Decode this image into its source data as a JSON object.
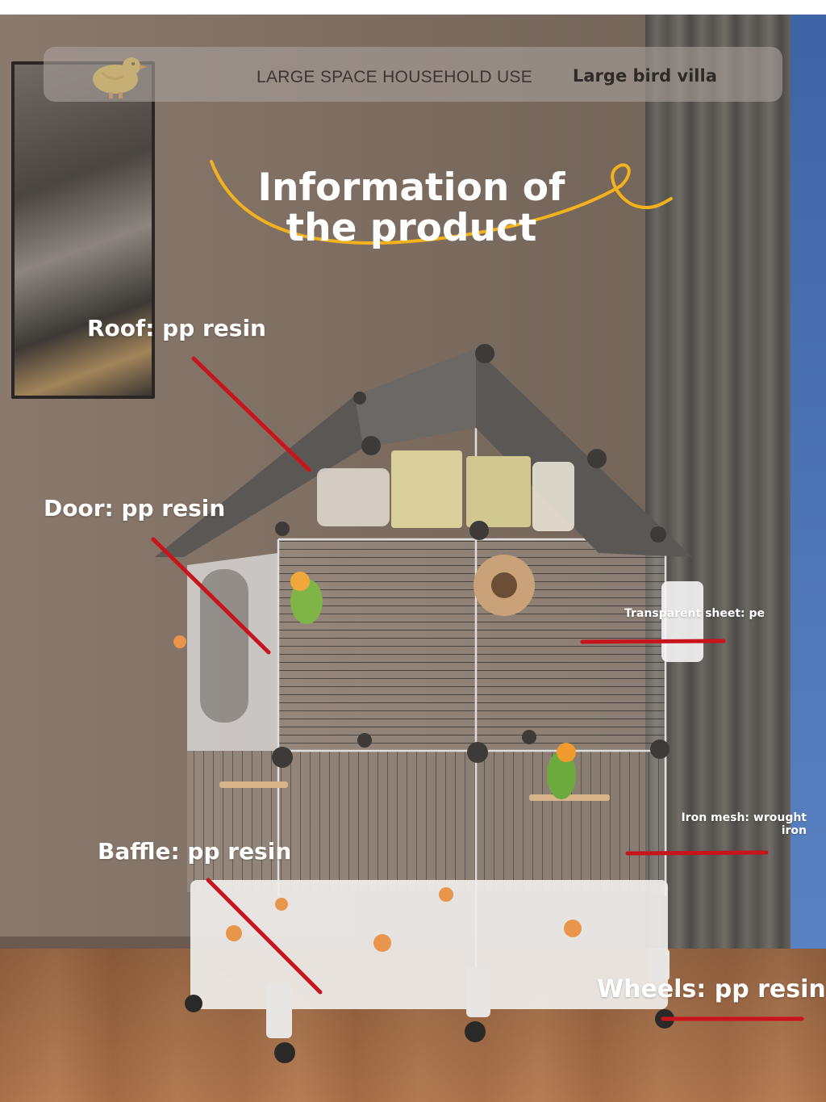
{
  "banner": {
    "tagline": "LARGE SPACE HOUSEHOLD USE",
    "product_name": "Large bird villa",
    "logo_icon": "duck-icon"
  },
  "heading": {
    "line1": "Information of",
    "line2": "the product"
  },
  "callouts": {
    "roof": "Roof: pp resin",
    "door": "Door: pp resin",
    "transparent_sheet": "Transparent sheet: pe",
    "iron_mesh_line1": "Iron mesh: wrought",
    "iron_mesh_line2": "iron",
    "baffle": "Baffle: pp resin",
    "wheels": "Wheels: pp resin"
  },
  "colors": {
    "leader_line": "#c8141c",
    "accent_swash": "#f2b21e",
    "text": "#ffffff"
  }
}
